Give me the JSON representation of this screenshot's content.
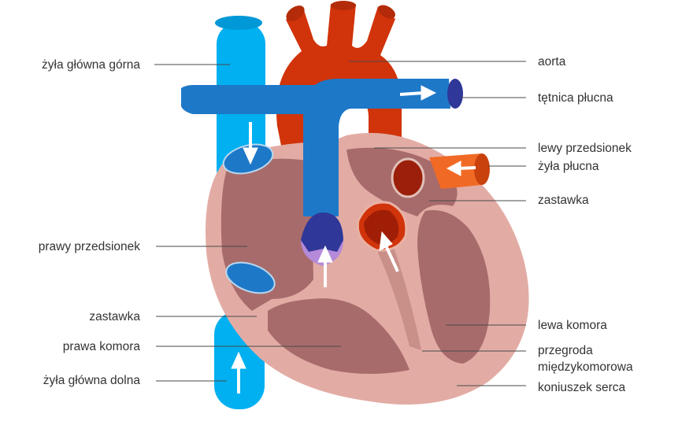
{
  "labels": {
    "superior_vena_cava": "żyła główna górna",
    "aorta": "aorta",
    "pulmonary_artery": "tętnica płucna",
    "left_atrium": "lewy przedsionek",
    "pulmonary_vein": "żyła płucna",
    "valve_right_side": "zastawka",
    "right_atrium": "prawy przedsionek",
    "valve_left_side": "zastawka",
    "right_ventricle": "prawa komora",
    "left_ventricle": "lewa komora",
    "septum_line1": "przegroda",
    "septum_line2": "międzykomorowa",
    "inferior_vena_cava": "żyła główna dolna",
    "apex": "koniuszek serca"
  },
  "colors": {
    "oxygen_poor": "#1e78c8",
    "vena_cava": "#00b0f0",
    "oxygen_rich": "#d1330a",
    "pulmonary_vein": "#f06a25",
    "heart_wall": "#e2aca4",
    "chamber": "#a86b6b",
    "valve_dark": "#2f3799",
    "arrow": "#ffffff",
    "leader_line": "#4a4a4a"
  }
}
